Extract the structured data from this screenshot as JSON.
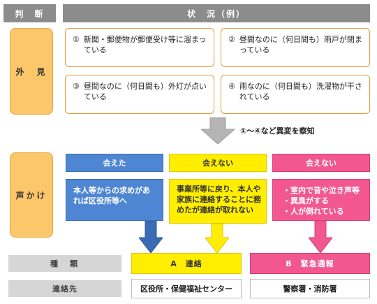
{
  "header": {
    "judgement": "判　断",
    "situation": "状　況（例）"
  },
  "row1": {
    "label": "外　見",
    "conditions": [
      {
        "num": "①",
        "text": "新聞・郵便物が郵便受け等に溜まっている"
      },
      {
        "num": "②",
        "text": "昼間なのに（何日間も）雨戸が閉まっている"
      },
      {
        "num": "③",
        "text": "昼間なのに（何日間も）外灯が点いている"
      },
      {
        "num": "④",
        "text": "雨なのに（何日間も）洗濯物が干されている"
      }
    ],
    "note": "①～④など異変を察知"
  },
  "row2": {
    "label": "声かけ",
    "columns": [
      {
        "label": "会えた",
        "detail": "本人等からの求めがあれば区役所等へ"
      },
      {
        "label": "会えない",
        "detail": "事業所等に戻り、本人や家族に連絡することに務めたが連絡が取れない"
      },
      {
        "label": "会えない",
        "detail": "・室内で音や泣き声等\n・異臭がする\n・人が倒れている"
      }
    ]
  },
  "row3": {
    "type_label": "種　類",
    "type_a": "A　連絡",
    "type_b": "B　緊急通報",
    "contact_label": "連絡先",
    "contact_a": "区役所・保健福祉センター",
    "contact_b": "警察署・消防署"
  },
  "colors": {
    "header_gray": "#8c8c8c",
    "side_orange": "#fcc66a",
    "blue": "#4f86d3",
    "yellow": "#ffee00",
    "pink": "#f2588f",
    "gray_light": "#d6d6d6"
  }
}
